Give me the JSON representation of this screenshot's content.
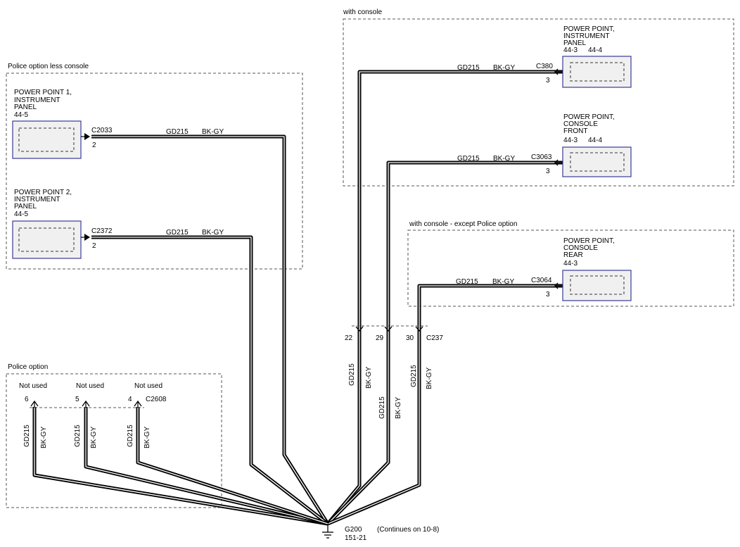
{
  "regions": {
    "with_console": "with console",
    "police_less_console": "Police option less console",
    "console_except_police": "with console - except Police option",
    "police_option": "Police option"
  },
  "components": {
    "pp_ip_console": {
      "lines": [
        "POWER POINT,",
        "INSTRUMENT",
        "PANEL"
      ],
      "ref1": "44-3",
      "ref2": "44-4"
    },
    "pp_console_front": {
      "lines": [
        "POWER POINT,",
        "CONSOLE",
        "FRONT"
      ],
      "ref1": "44-3",
      "ref2": "44-4"
    },
    "pp_console_rear": {
      "lines": [
        "POWER POINT,",
        "CONSOLE",
        "REAR"
      ],
      "ref1": "44-3"
    },
    "pp1_ip": {
      "lines": [
        "POWER POINT 1,",
        "INSTRUMENT",
        "PANEL"
      ],
      "ref1": "44-5"
    },
    "pp2_ip": {
      "lines": [
        "POWER POINT 2,",
        "INSTRUMENT",
        "PANEL"
      ],
      "ref1": "44-5"
    }
  },
  "connectors": {
    "c380": {
      "id": "C380",
      "pin": "3"
    },
    "c3063": {
      "id": "C3063",
      "pin": "3"
    },
    "c3064": {
      "id": "C3064",
      "pin": "3"
    },
    "c2033": {
      "id": "C2033",
      "pin": "2"
    },
    "c2372": {
      "id": "C2372",
      "pin": "2"
    },
    "c237": {
      "id": "C237",
      "pins": [
        "22",
        "29",
        "30"
      ]
    },
    "c2608": {
      "id": "C2608",
      "pins": [
        "6",
        "5",
        "4"
      ],
      "status": "Not used"
    }
  },
  "wire": {
    "circuit": "GD215",
    "color": "BK-GY"
  },
  "ground": {
    "id": "G200",
    "ref": "151-21",
    "note": "(Continues on 10-8)"
  }
}
